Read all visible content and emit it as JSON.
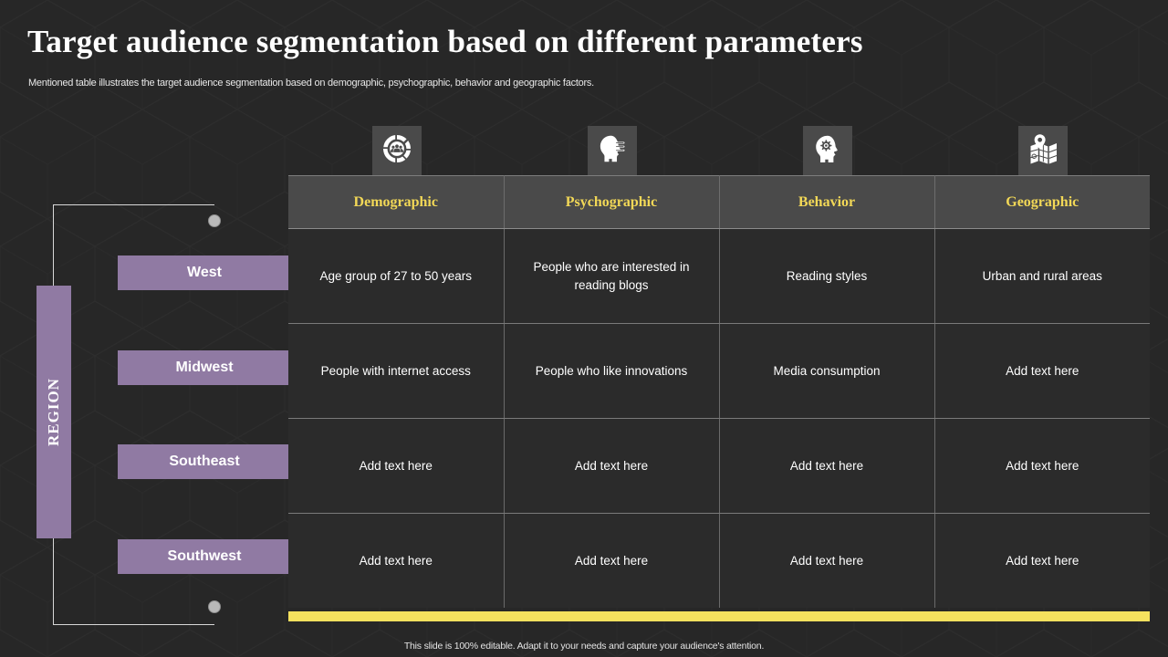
{
  "slide": {
    "title": "Target audience segmentation based on different parameters",
    "subtitle": "Mentioned table illustrates the target audience segmentation based on demographic, psychographic, behavior and geographic factors.",
    "footer": "This slide is 100% editable.  Adapt it to your needs and capture your audience's attention."
  },
  "colors": {
    "background": "#272727",
    "accent_purple": "#907aa3",
    "accent_yellow": "#f5e15e",
    "header_band": "#4a4a4a",
    "cell_background": "#2b2b2b",
    "header_text": "#f2d857",
    "body_text": "#ffffff"
  },
  "region_axis": {
    "label": "REGION",
    "items": [
      {
        "label": "West"
      },
      {
        "label": "Midwest"
      },
      {
        "label": "Southeast"
      },
      {
        "label": "Southwest"
      }
    ]
  },
  "icons": [
    {
      "name": "demographic-pie-people-icon",
      "column": "Demographic"
    },
    {
      "name": "psychographic-head-lines-icon",
      "column": "Psychographic"
    },
    {
      "name": "behavior-head-gear-icon",
      "column": "Behavior"
    },
    {
      "name": "geographic-map-pin-icon",
      "column": "Geographic"
    }
  ],
  "table": {
    "columns": [
      "Demographic",
      "Psychographic",
      "Behavior",
      "Geographic"
    ],
    "rows": [
      {
        "region": "West",
        "cells": [
          "Age group of 27 to 50 years",
          "People who are interested in reading blogs",
          "Reading styles",
          "Urban and rural areas"
        ]
      },
      {
        "region": "Midwest",
        "cells": [
          "People with internet access",
          "People who like innovations",
          "Media consumption",
          "Add text here"
        ]
      },
      {
        "region": "Southeast",
        "cells": [
          "Add text here",
          "Add text here",
          "Add text here",
          "Add text here"
        ]
      },
      {
        "region": "Southwest",
        "cells": [
          "Add text here",
          "Add text here",
          "Add text here",
          "Add text here"
        ]
      }
    ]
  }
}
